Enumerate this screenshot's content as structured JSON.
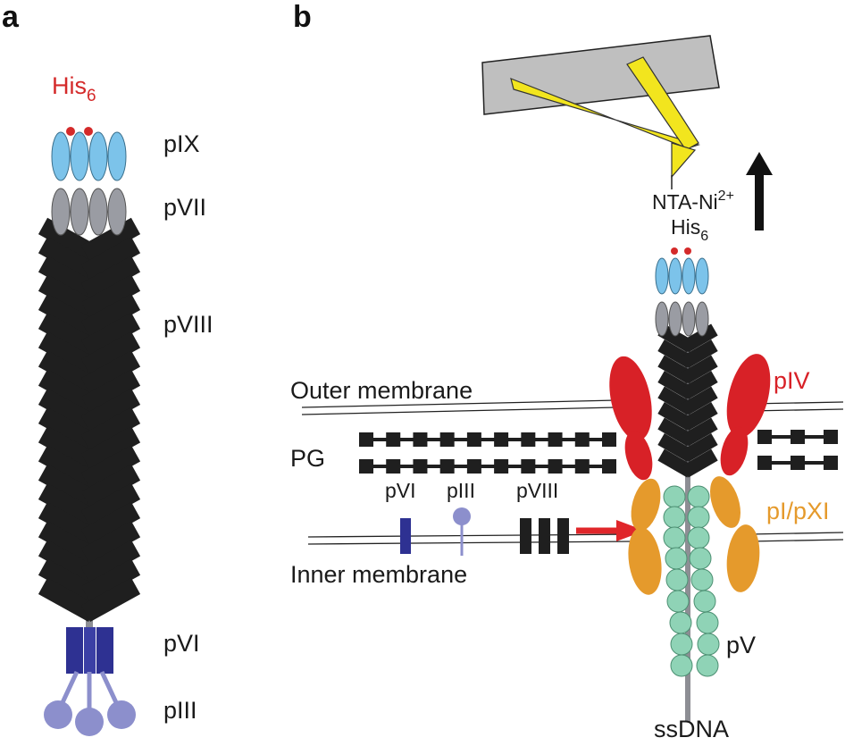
{
  "panels": {
    "a": {
      "letter": "a"
    },
    "b": {
      "letter": "b"
    }
  },
  "panel_a": {
    "tag": {
      "base": "His",
      "sub": "6"
    },
    "labels": {
      "pIX": "pIX",
      "pVII": "pVII",
      "pVIII": "pVIII",
      "pVI": "pVI",
      "pIII": "pIII"
    }
  },
  "panel_b": {
    "tip_label": {
      "base": "NTA-Ni",
      "sup": "2+"
    },
    "tag": {
      "base": "His",
      "sub": "6"
    },
    "outer_membrane": "Outer membrane",
    "pg": "PG",
    "inner_membrane": "Inner membrane",
    "membrane_proteins": {
      "pVI": "pVI",
      "pIII": "pIII",
      "pVIII": "pVIII"
    },
    "pIV": "pIV",
    "pI_pXI": "pI/pXI",
    "pV": "pV",
    "ssDNA": "ssDNA"
  },
  "colors": {
    "his_tag": "#d42a2a",
    "pIX": "#7cc3ea",
    "pVII": "#9a9ca3",
    "pVIII": "#1f1f1f",
    "pVI": "#2e3192",
    "pIII": "#8c8fcc",
    "pIV": "#d82127",
    "pI_pXI": "#e59a2c",
    "pV": "#8fd3b6",
    "ssDNA": "#8d8e94",
    "cantilever": "#f2e51e",
    "chip": "#bfbfbf",
    "arrow_red": "#e0262a",
    "arrow_black": "#111111"
  }
}
